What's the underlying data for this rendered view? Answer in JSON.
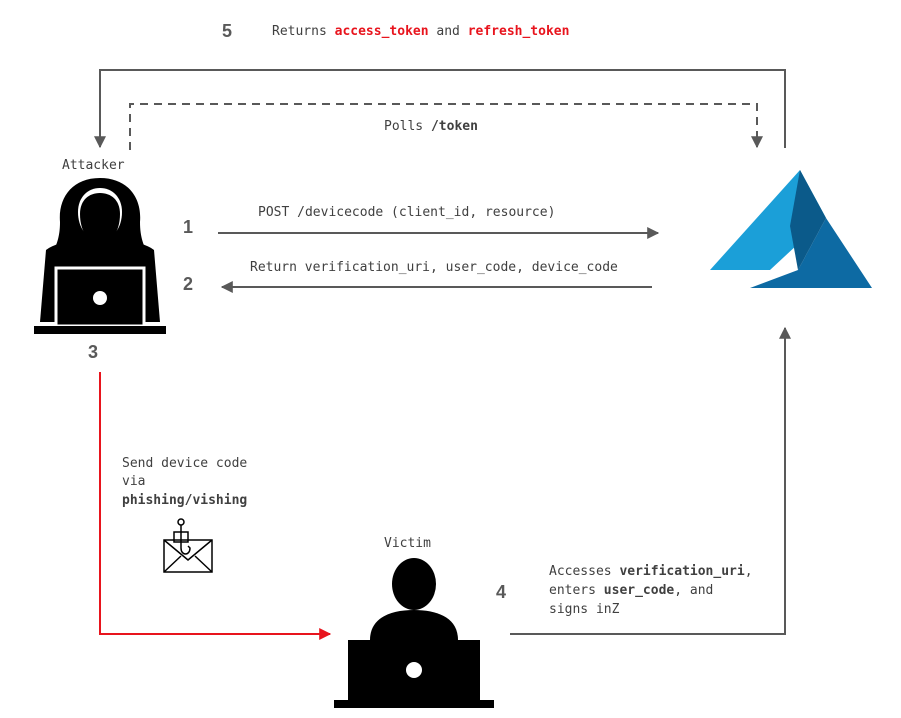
{
  "colors": {
    "arrow": "#595959",
    "phish_arrow": "#e8141d",
    "highlight": "#e8141d",
    "text": "#404040",
    "number": "#595959",
    "azure_light": "#1b9fd8",
    "azure_dark": "#0d6aa3"
  },
  "icons": [
    "hooded-attacker-laptop-icon",
    "victim-laptop-icon",
    "azure-logo-icon",
    "phishing-envelope-icon"
  ],
  "step5": {
    "number": "5",
    "prefix": "Returns ",
    "token1": "access_token",
    "middle": " and ",
    "token2": "refresh_token"
  },
  "polls": {
    "prefix": "Polls ",
    "path": "/token"
  },
  "attacker": {
    "label": "Attacker"
  },
  "victim": {
    "label": "Victim"
  },
  "step1": {
    "number": "1",
    "text": "POST /devicecode (client_id, resource)"
  },
  "step2": {
    "number": "2",
    "text": "Return verification_uri, user_code, device_code"
  },
  "step3": {
    "number": "3",
    "line1": "Send device code",
    "line2": "via",
    "line3": "phishing/vishing"
  },
  "step4": {
    "number": "4",
    "l1_prefix": "Accesses ",
    "l1_bold": "verification_uri",
    "l1_suffix": ",",
    "l2_prefix": "enters ",
    "l2_bold": "user_code",
    "l2_suffix": ", and",
    "l3": "signs inZ"
  }
}
